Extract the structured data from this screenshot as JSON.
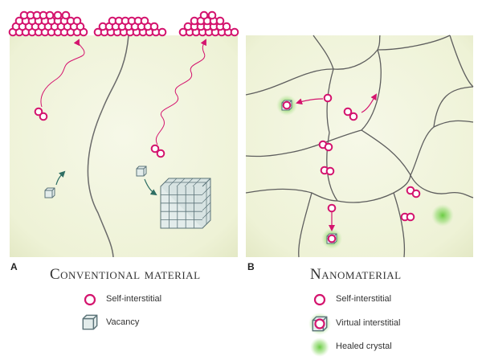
{
  "panel_a": {
    "letter": "A",
    "title": "Conventional material",
    "legend": [
      {
        "icon": "self-interstitial-icon",
        "label": "Self-interstitial"
      },
      {
        "icon": "vacancy-icon",
        "label": "Vacancy"
      }
    ]
  },
  "panel_b": {
    "letter": "B",
    "title": "Nanomaterial",
    "legend": [
      {
        "icon": "self-interstitial-icon",
        "label": "Self-interstitial"
      },
      {
        "icon": "virtual-interstitial-icon",
        "label": "Virtual interstitial"
      },
      {
        "icon": "healed-crystal-icon",
        "label": "Healed crystal"
      }
    ]
  },
  "colors": {
    "background": "#f3f6e1",
    "interstitial": "#d4146e",
    "vacancy_stroke": "#5b7378",
    "vacancy_fill": "#e3eceb",
    "boundary": "#6a6a6a",
    "healed": "#7cd152",
    "arrow_green": "#2e6e63"
  }
}
